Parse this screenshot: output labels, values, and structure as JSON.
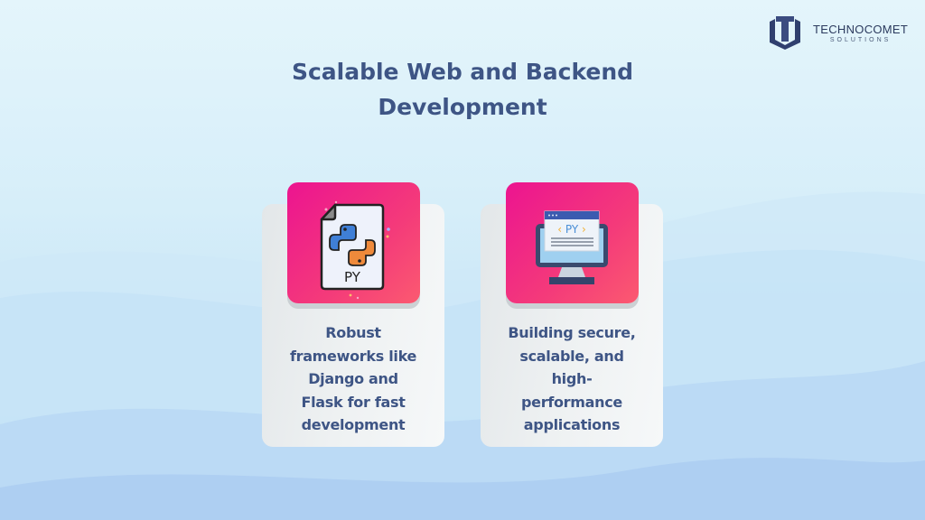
{
  "brand": {
    "name": "TECHNOCOMET",
    "tagline": "SOLUTIONS",
    "logo_icon": "hexagon-t-logo-icon"
  },
  "title": {
    "line1": "Scalable Web and Backend",
    "line2": "Development"
  },
  "cards": [
    {
      "icon": "python-file-icon",
      "icon_label": "PY",
      "lines": [
        "Robust",
        "frameworks like",
        "Django and",
        "Flask for fast",
        "development"
      ]
    },
    {
      "icon": "python-monitor-icon",
      "icon_label": "< PY >",
      "lines": [
        "Building secure,",
        "scalable, and",
        "high-",
        "performance",
        "applications"
      ]
    }
  ],
  "colors": {
    "title": "#3e5585",
    "tile_gradient_start": "#ec1490",
    "tile_gradient_end": "#fb5a70",
    "card_bg": "#eef1f2",
    "background": "#d6eef9"
  }
}
